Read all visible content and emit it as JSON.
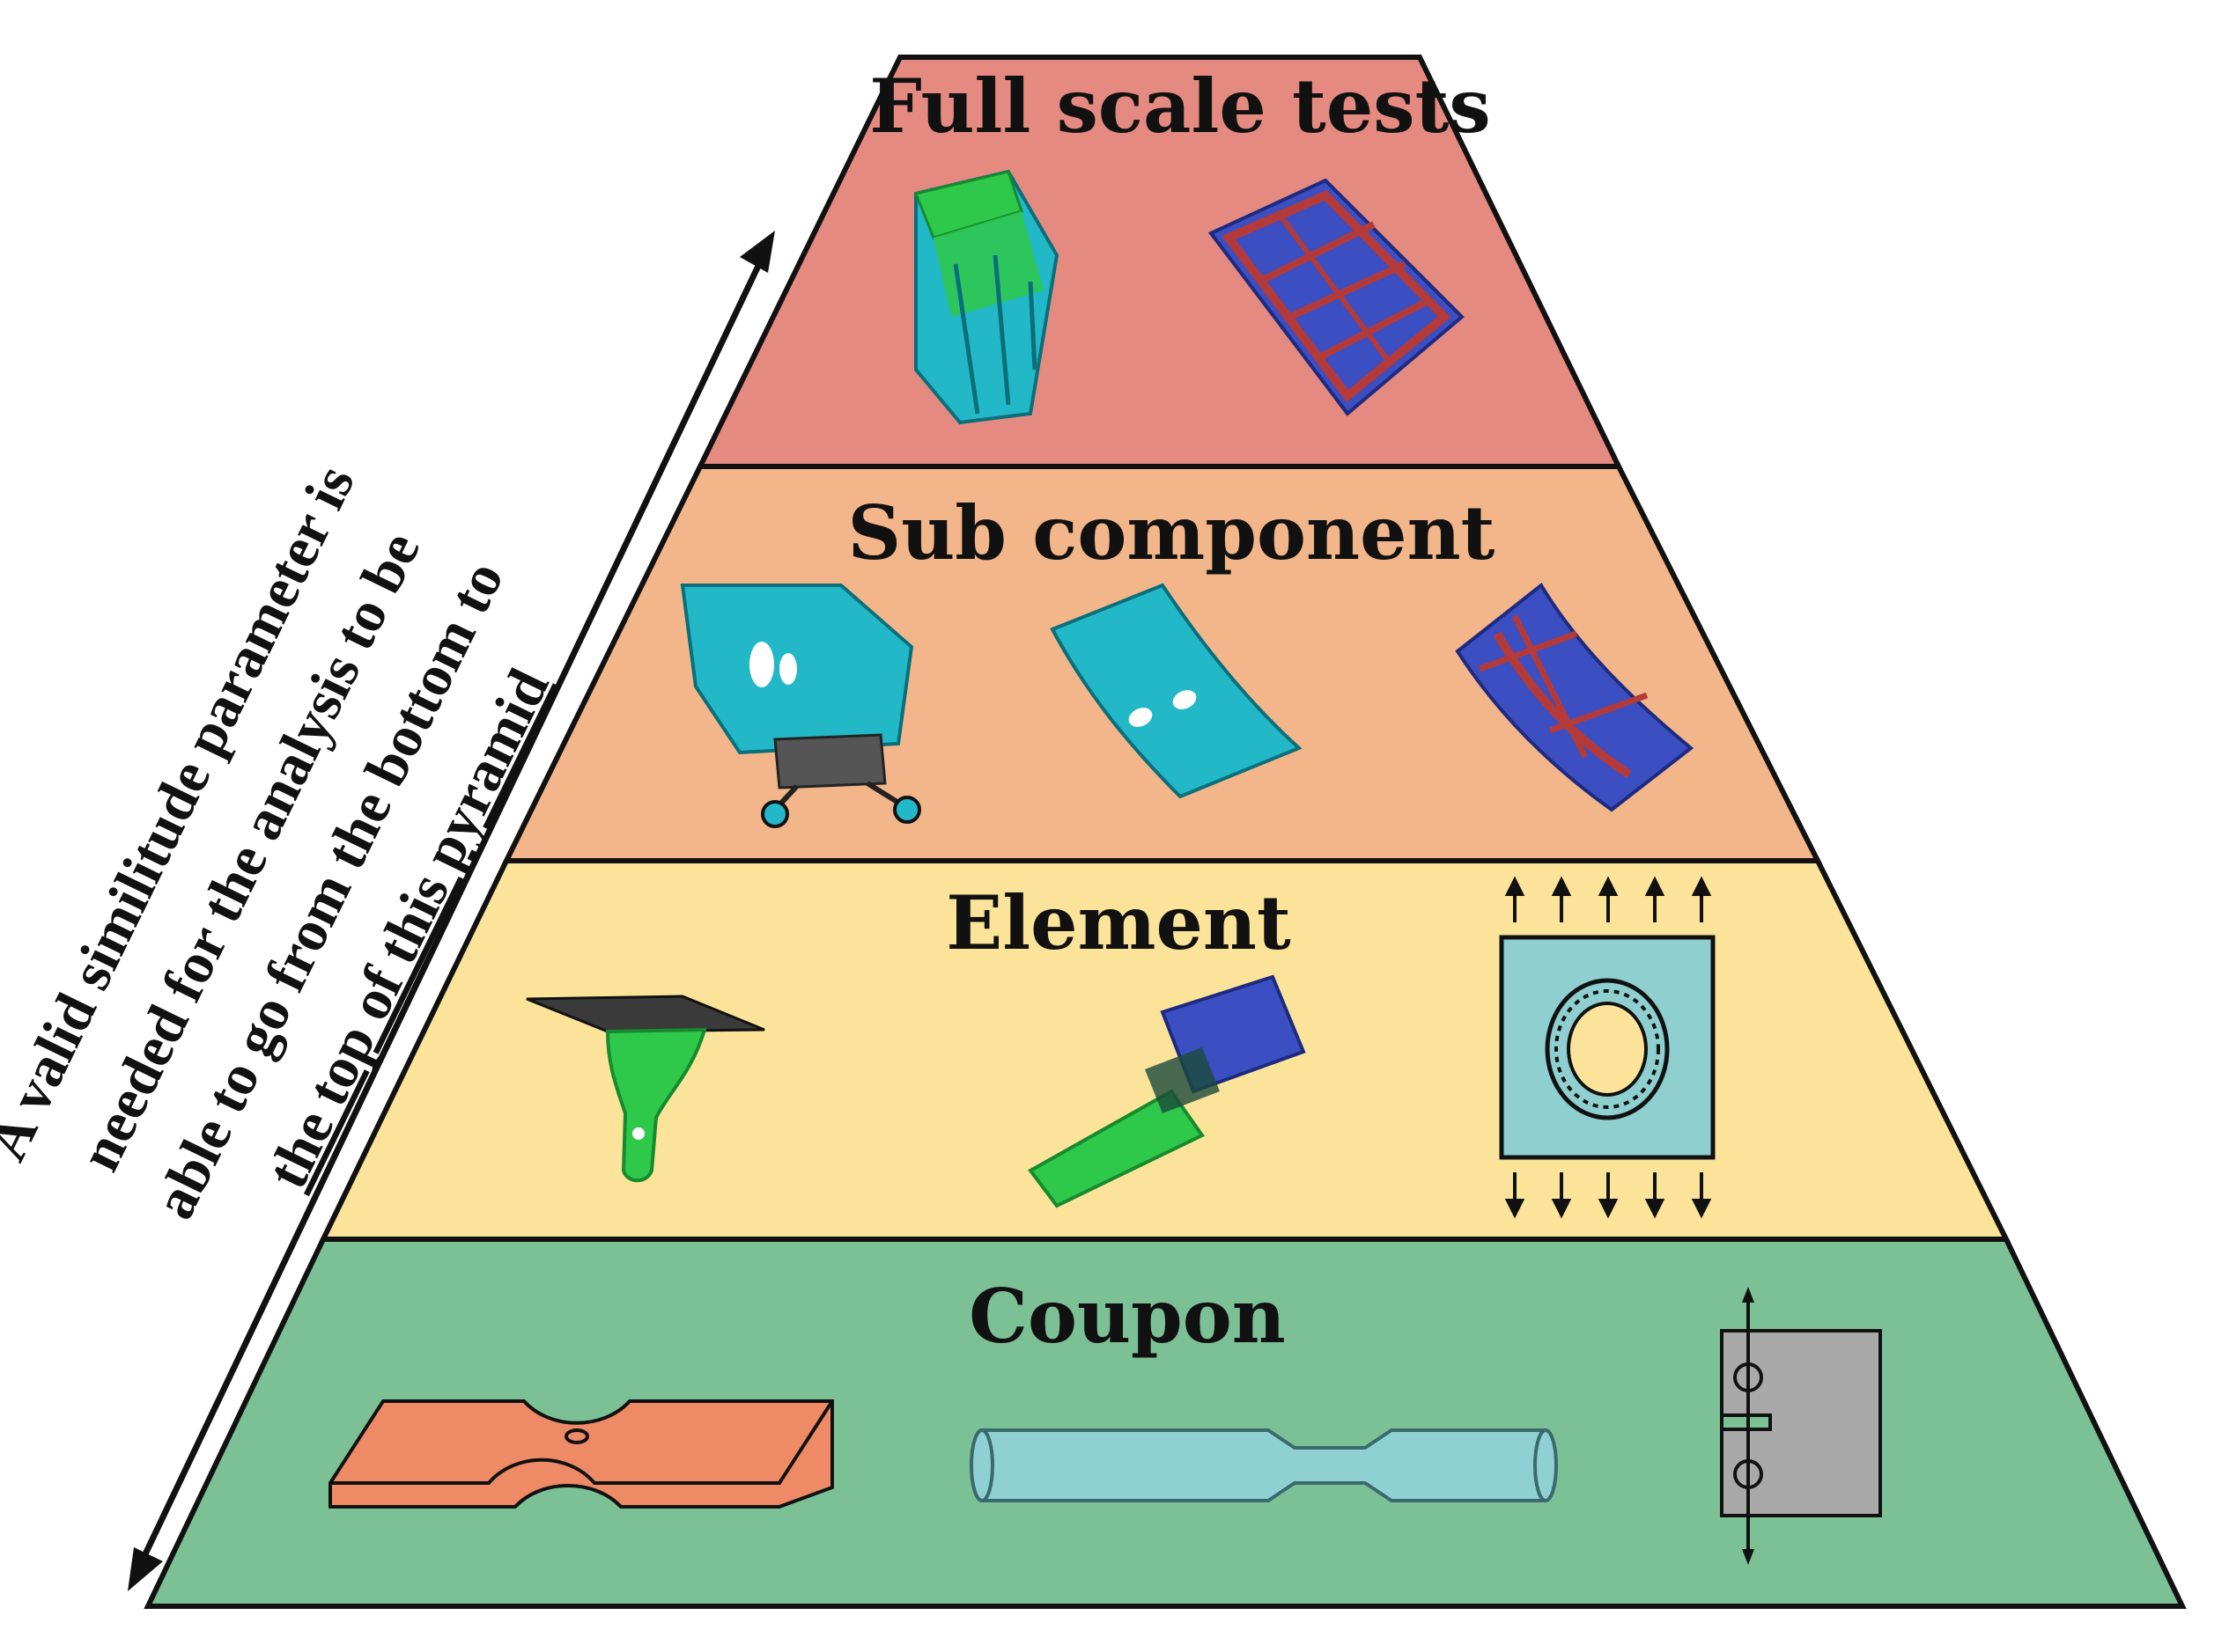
{
  "tiers": {
    "full_scale": {
      "label": "Full scale tests",
      "color": "#e58a80"
    },
    "sub_component": {
      "label": "Sub component",
      "color": "#f3b68a"
    },
    "element": {
      "label": "Element",
      "color": "#fbe49a"
    },
    "coupon": {
      "label": "Coupon",
      "color": "#7cc196"
    }
  },
  "side_note": {
    "lines": [
      "A valid similitude parameter is",
      "needed for the analysis to be",
      "able to go from the bottom to",
      "the top of this pyramid"
    ]
  },
  "colors": {
    "outline": "#111111",
    "teal": "#22b8c8",
    "green": "#2ec84a",
    "blue": "#3b4fc2",
    "red": "#b43a3a",
    "salmon": "#ee8a66",
    "light_teal": "#8fd1d3",
    "gray": "#a9a9a9"
  }
}
